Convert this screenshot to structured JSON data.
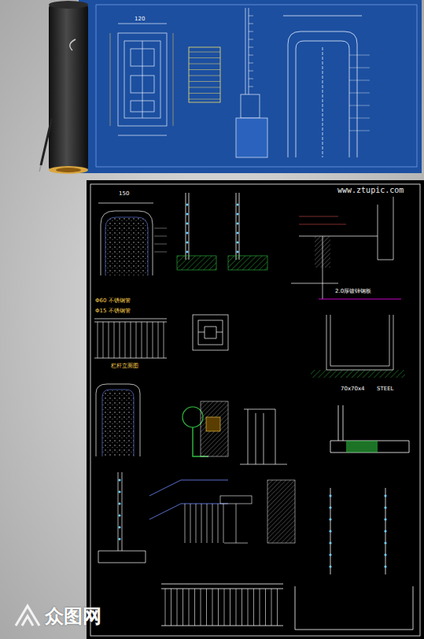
{
  "diagram": {
    "labels": [
      "www.ztupic.com",
      "众图网",
      "70x70x4",
      "STEEL",
      "Φ60 不锈钢管",
      "Φ15 不锈钢管",
      "栏杆立面图",
      "2.0厚镀锌钢板",
      "120",
      "150"
    ]
  }
}
